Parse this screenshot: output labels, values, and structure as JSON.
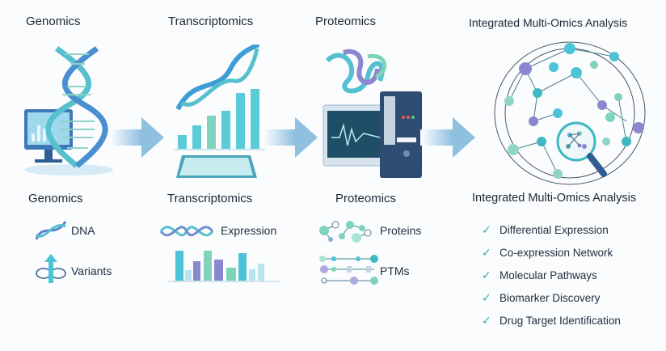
{
  "stages": [
    {
      "title": "Genomics",
      "subtitle": "Genomics",
      "items": [
        {
          "icon": "dna-icon",
          "label": "DNA"
        },
        {
          "icon": "variant-arrow-icon",
          "label": "Variants"
        }
      ]
    },
    {
      "title": "Transcriptomics",
      "subtitle": "Transcriptomics",
      "items": [
        {
          "icon": "dna-helix-icon",
          "label": "Expression"
        },
        {
          "icon": "bar-chart-icon",
          "label": ""
        }
      ]
    },
    {
      "title": "Proteomics",
      "subtitle": "Proteomics",
      "items": [
        {
          "icon": "protein-network-icon",
          "label": "Proteins"
        },
        {
          "icon": "ptm-network-icon",
          "label": "PTMs"
        }
      ]
    },
    {
      "title": "Integrated Multi-Omics Analysis",
      "subtitle": "Integrated Multi-Omics Analysis",
      "checklist": [
        "Differential Expression",
        "Co-expression Network",
        "Molecular Pathways",
        "Biomarker Discovery",
        "Drug Target Identification"
      ]
    }
  ],
  "colors": {
    "teal": "#4cc3d6",
    "blue": "#3d86c6",
    "purple": "#8a86cf",
    "mint": "#7fd3bb",
    "navy": "#2f4d72",
    "arrow": "#8fc0e0",
    "check": "#3aa6a6"
  }
}
